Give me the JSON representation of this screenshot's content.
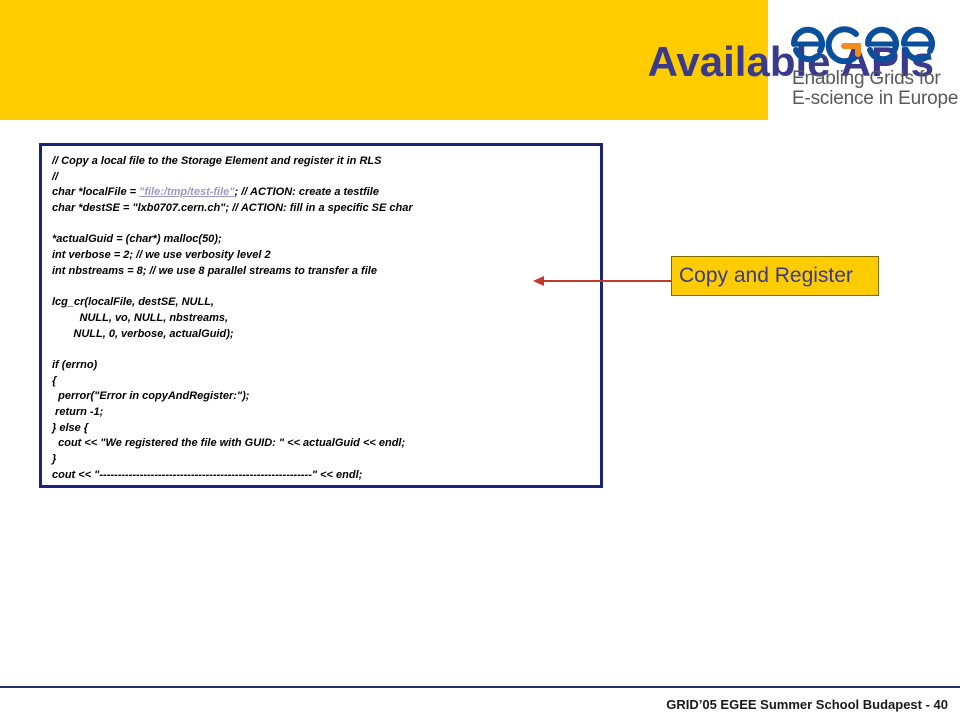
{
  "slide": {
    "title": "Available APIs"
  },
  "logo": {
    "wordmark": "eGee",
    "line1": "Enabling Grids for",
    "line2": "E-science in Europe",
    "colors": {
      "blue": "#0a4f9c",
      "orange": "#f28c1e"
    }
  },
  "code": {
    "lines": [
      "// Copy a local file to the Storage Element and register it in RLS",
      "//",
      "char *localFile = ",
      "char *destSE = \"lxb0707.cern.ch\"; // ACTION: fill in a specific SE char",
      "",
      "*actualGuid = (char*) malloc(50);",
      "int verbose = 2; // we use verbosity level 2",
      "int nbstreams = 8; // we use 8 parallel streams to transfer a file",
      "",
      "lcg_cr(localFile, destSE, NULL,",
      "         NULL, vo, NULL, nbstreams,",
      "       NULL, 0, verbose, actualGuid);",
      "",
      "if (errno)",
      "{",
      "  perror(\"Error in copyAndRegister:\");",
      " return -1;",
      "} else {",
      "  cout << \"We registered the file with GUID: \" << actualGuid << endl;",
      "}",
      "cout << \"----------------------------------------------------------\" << endl;"
    ],
    "line3_link": "\"file:/tmp/test-file\"",
    "line3_suffix": "; // ACTION: create a testfile"
  },
  "callout": {
    "label": "Copy and Register",
    "arrow_color": "#c0392b"
  },
  "footer": {
    "text": "GRID’05 EGEE Summer School Budapest - 40"
  },
  "colors": {
    "header_band": "#ffcc00",
    "title": "#3a3a8c",
    "code_border": "#1a237e",
    "footer_rule": "#26306b"
  }
}
